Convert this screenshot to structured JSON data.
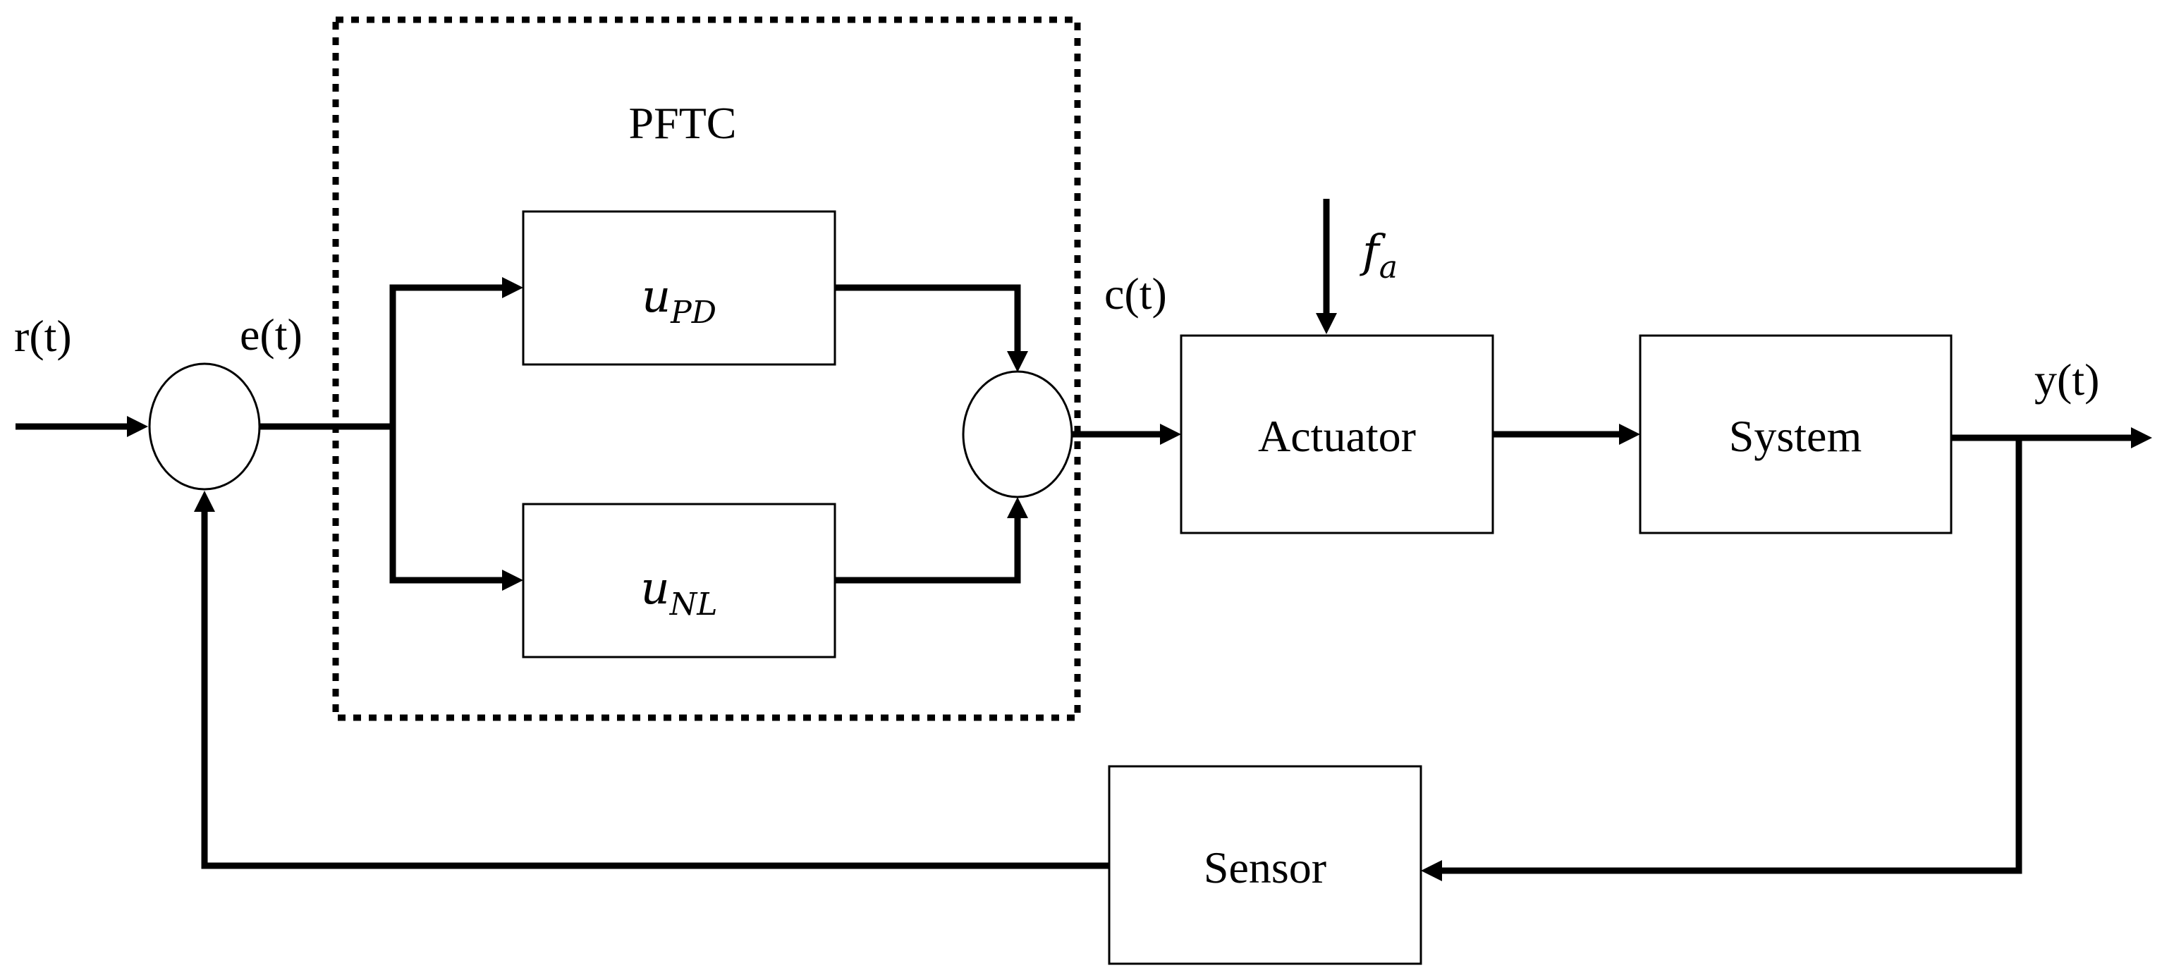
{
  "diagram": {
    "controller_label": "PFTC",
    "blocks": {
      "pd": {
        "main": "u",
        "sub": "PD"
      },
      "nl": {
        "main": "u",
        "sub": "NL"
      },
      "actuator": "Actuator",
      "system": "System",
      "sensor": "Sensor"
    },
    "signals": {
      "reference": "r(t)",
      "error": "e(t)",
      "control": "c(t)",
      "output": "y(t)",
      "fault": {
        "main": "f",
        "sub": "a"
      }
    }
  }
}
